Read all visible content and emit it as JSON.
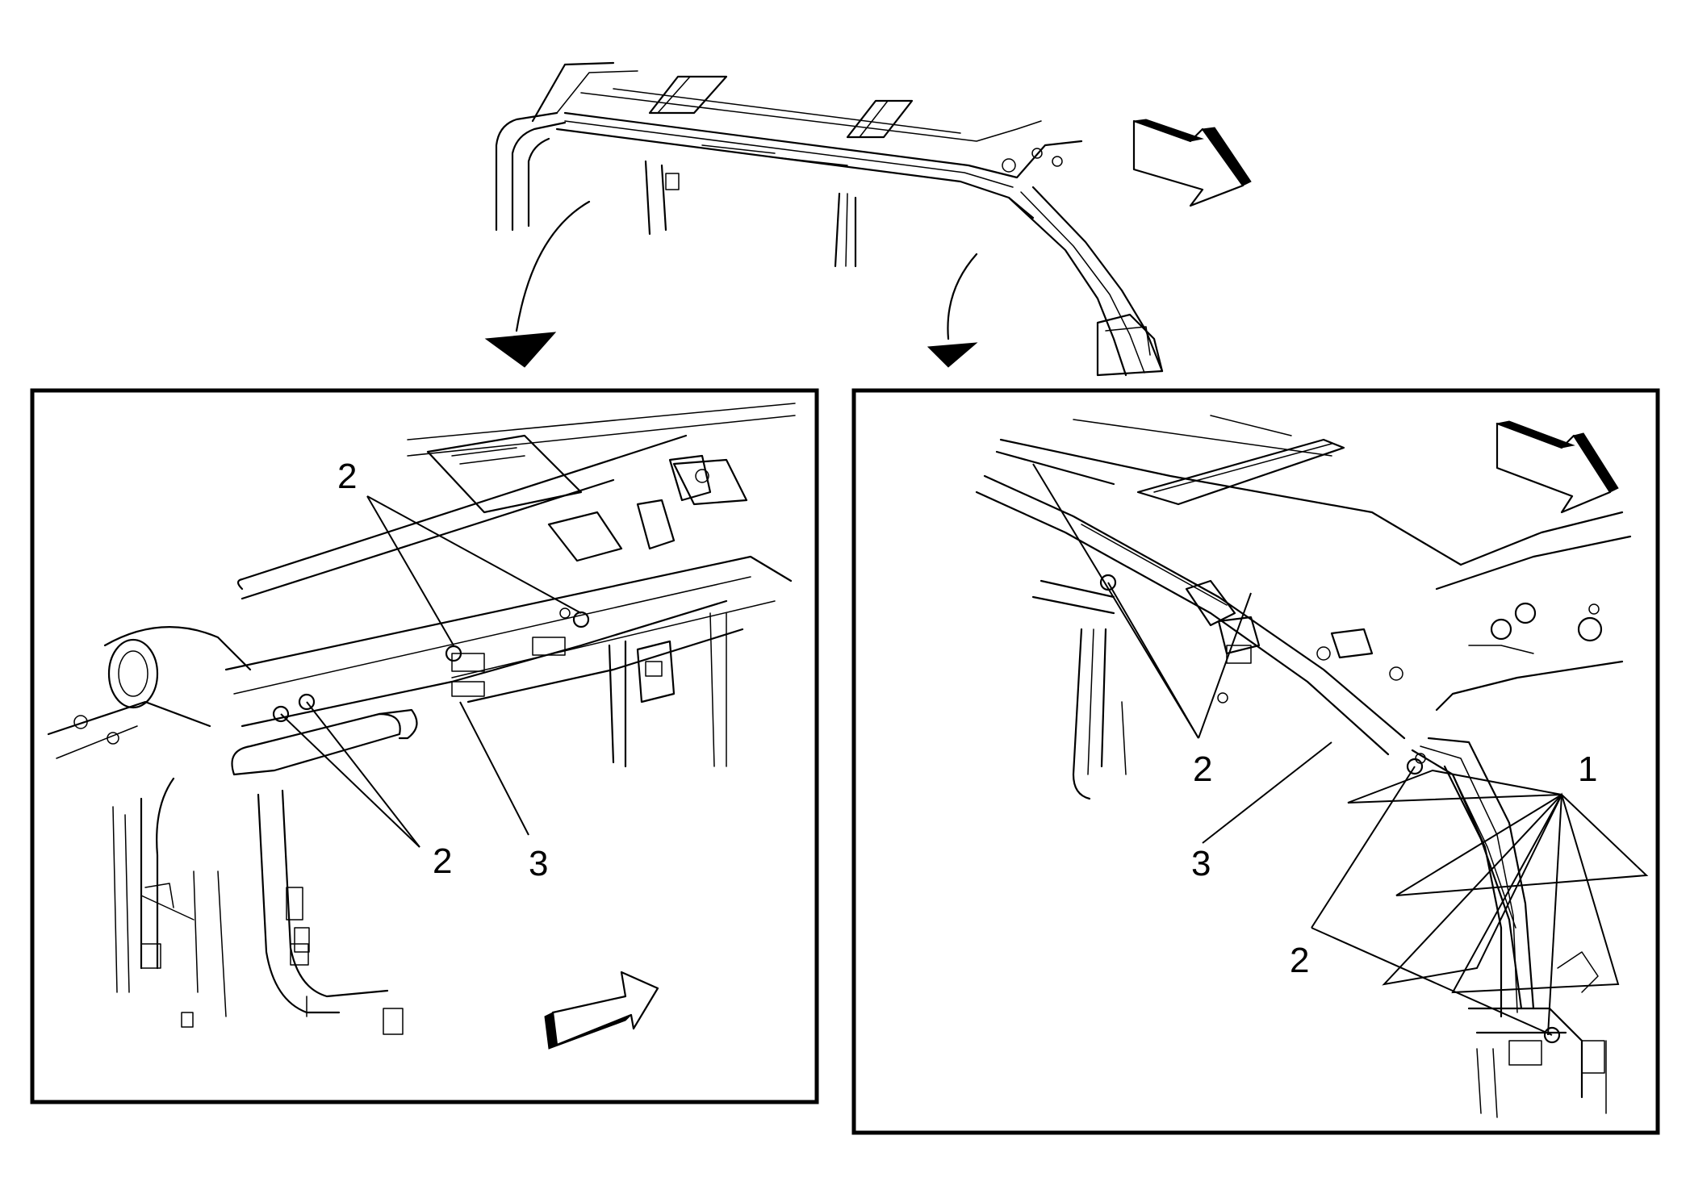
{
  "callouts": {
    "left_top_2": "2",
    "left_bottom_2": "2",
    "left_3": "3",
    "right_2_upper": "2",
    "right_3": "3",
    "right_2_lower": "2",
    "right_1": "1"
  },
  "icons": {
    "direction_arrow": "forward-direction-arrow-icon",
    "detail_arrow": "detail-pointer-arrow-icon"
  }
}
